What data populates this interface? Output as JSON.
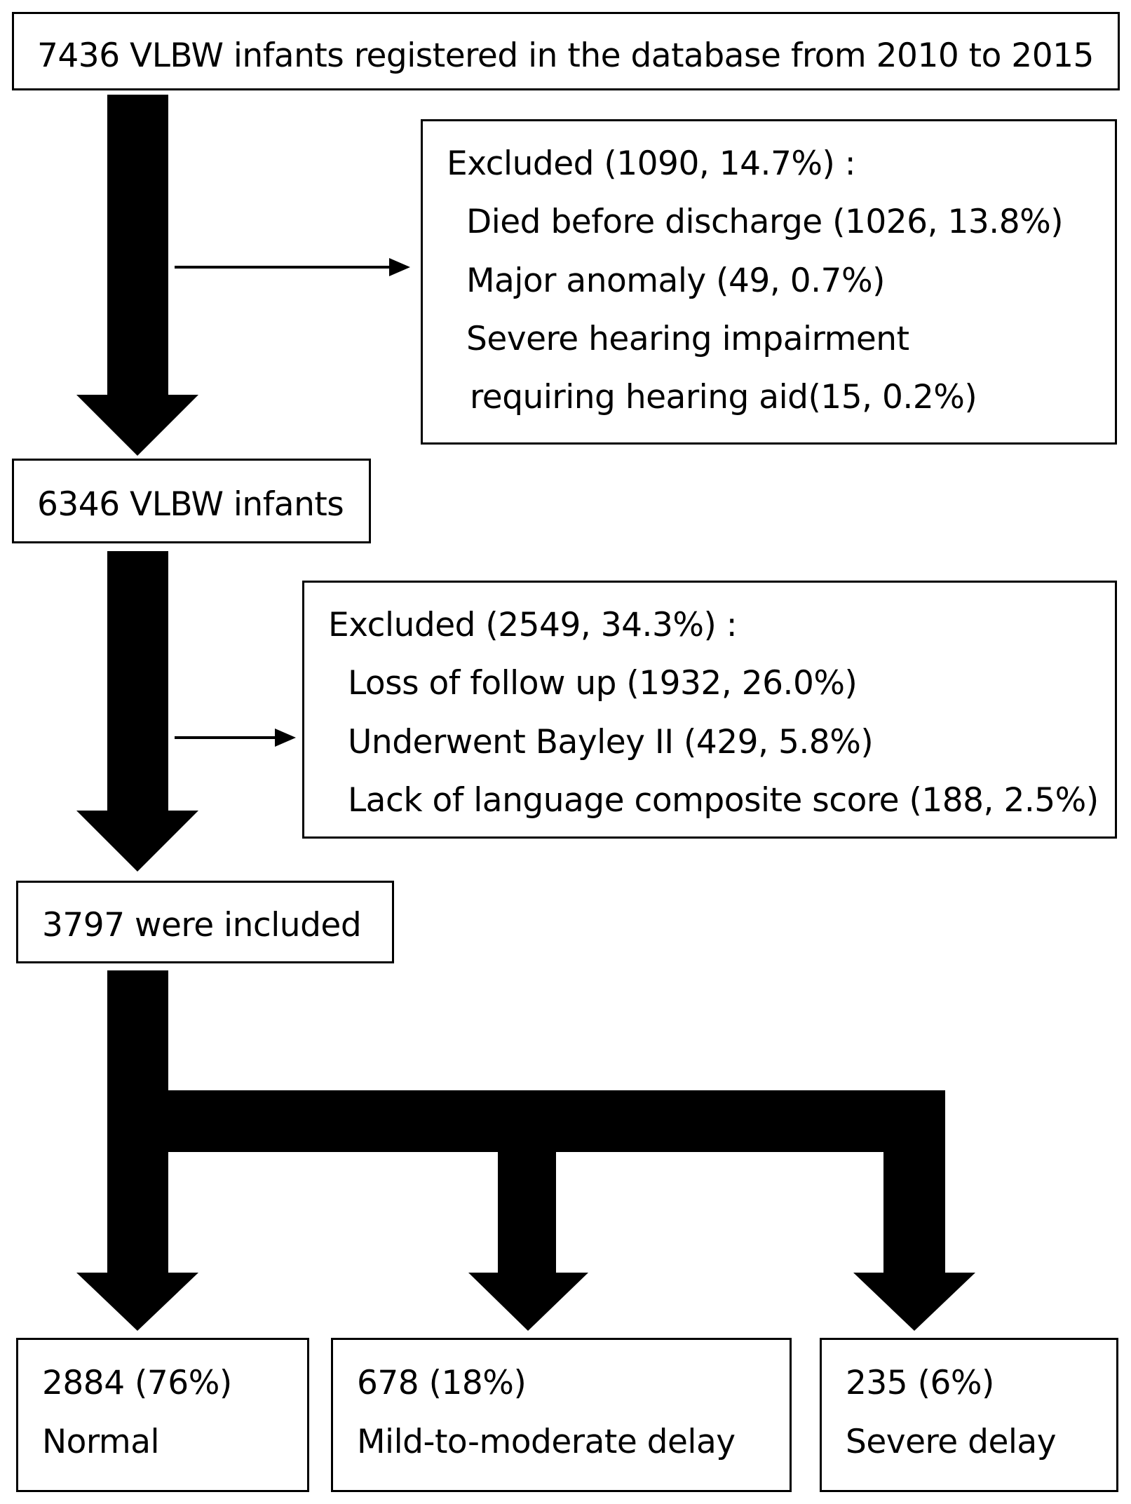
{
  "top": {
    "text": "7436 VLBW infants registered in the database from 2010 to 2015"
  },
  "exclusion1": {
    "header": "Excluded (1090, 14.7%) :",
    "items": [
      "Died before discharge (1026, 13.8%)",
      "Major anomaly (49, 0.7%)",
      "Severe hearing impairment",
      "requiring hearing aid(15, 0.2%)"
    ]
  },
  "step2": {
    "text": "6346 VLBW infants"
  },
  "exclusion2": {
    "header": "Excluded (2549, 34.3%) :",
    "items": [
      "Loss of follow up (1932, 26.0%)",
      "Underwent Bayley II (429, 5.8%)",
      "Lack of language composite score (188, 2.5%)"
    ]
  },
  "included": {
    "text": "3797 were included"
  },
  "outcomes": [
    {
      "count": "2884 (76%)",
      "label": "Normal"
    },
    {
      "count": "678 (18%)",
      "label": "Mild-to-moderate delay"
    },
    {
      "count": "235 (6%)",
      "label": "Severe delay"
    }
  ]
}
